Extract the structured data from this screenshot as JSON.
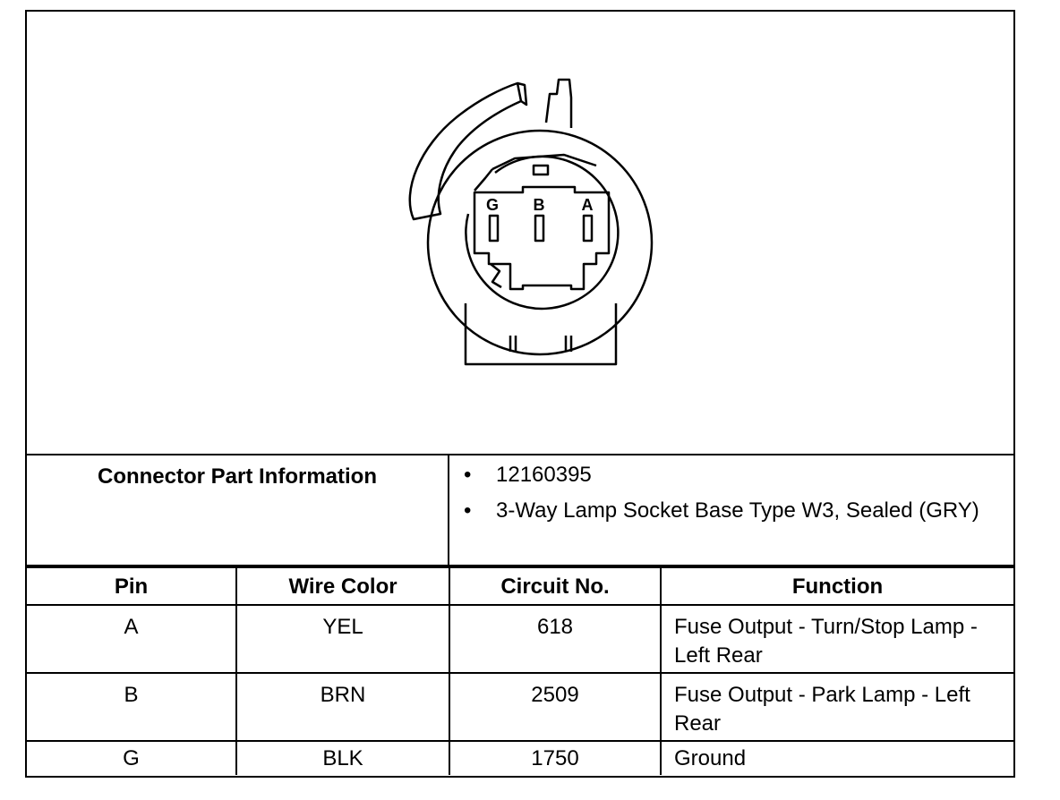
{
  "diagram": {
    "pin_labels": [
      "G",
      "B",
      "A"
    ]
  },
  "connector_info": {
    "label": "Connector Part Information",
    "items": [
      "12160395",
      "3-Way Lamp Socket Base Type W3, Sealed (GRY)"
    ],
    "bullet": "•"
  },
  "pin_table": {
    "headers": [
      "Pin",
      "Wire Color",
      "Circuit No.",
      "Function"
    ],
    "rows": [
      {
        "pin": "A",
        "wire_color": "YEL",
        "circuit": "618",
        "function": "Fuse Output - Turn/Stop Lamp - Left Rear"
      },
      {
        "pin": "B",
        "wire_color": "BRN",
        "circuit": "2509",
        "function": "Fuse Output - Park  Lamp - Left Rear"
      },
      {
        "pin": "G",
        "wire_color": "BLK",
        "circuit": "1750",
        "function": "Ground"
      }
    ]
  }
}
